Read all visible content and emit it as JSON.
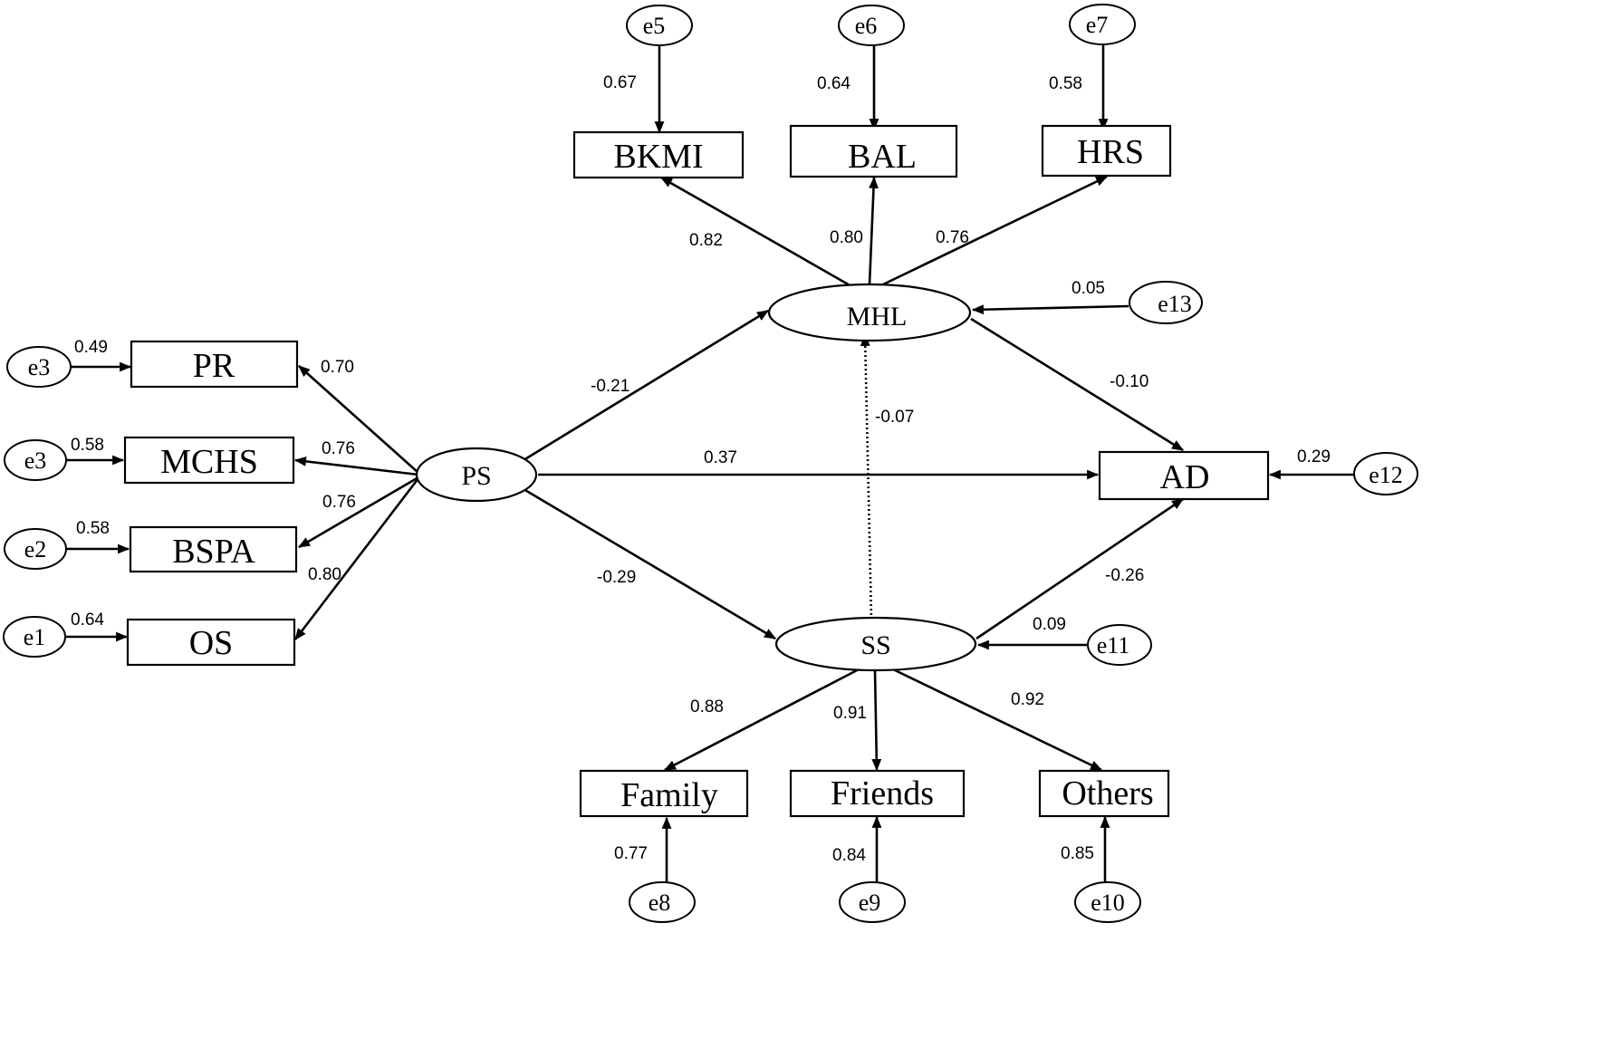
{
  "nodes": {
    "PR": "PR",
    "MCHS": "MCHS",
    "BSPA": "BSPA",
    "OS": "OS",
    "PS": "PS",
    "MHL": "MHL",
    "SS": "SS",
    "AD": "AD",
    "BKMI": "BKMI",
    "BAL": "BAL",
    "HRS": "HRS",
    "Family": "Family",
    "Friends": "Friends",
    "Others": "Others"
  },
  "errors": {
    "e3a": "e3",
    "e3b": "e3",
    "e2": "e2",
    "e1": "e1",
    "e5": "e5",
    "e6": "e6",
    "e7": "e7",
    "e8": "e8",
    "e9": "e9",
    "e10": "e10",
    "e11": "e11",
    "e12": "e12",
    "e13": "e13"
  },
  "coefficients": {
    "e3a_PR": "0.49",
    "e3b_MCHS": "0.58",
    "e2_BSPA": "0.58",
    "e1_OS": "0.64",
    "PS_PR": "0.70",
    "PS_MCHS": "0.76",
    "PS_BSPA": "0.76",
    "PS_OS": "0.80",
    "e5_BKMI": "0.67",
    "e6_BAL": "0.64",
    "e7_HRS": "0.58",
    "MHL_BKMI": "0.82",
    "MHL_BAL": "0.80",
    "MHL_HRS": "0.76",
    "e13_MHL": "0.05",
    "PS_MHL": "-0.21",
    "MHL_AD": "-0.10",
    "SS_MHL": "-0.07",
    "PS_AD": "0.37",
    "e12_AD": "0.29",
    "PS_SS": "-0.29",
    "SS_AD": "-0.26",
    "e11_SS": "0.09",
    "SS_Family": "0.88",
    "SS_Friends": "0.91",
    "SS_Others": "0.92",
    "e8_Family": "0.77",
    "e9_Friends": "0.84",
    "e10_Others": "0.85"
  }
}
